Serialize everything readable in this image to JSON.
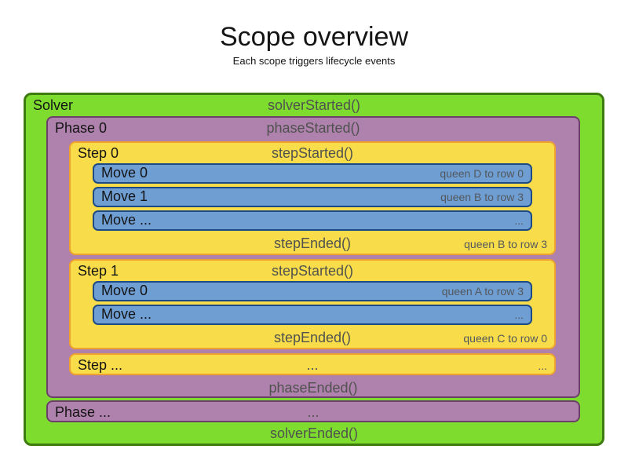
{
  "title": "Scope overview",
  "subtitle": "Each scope triggers lifecycle events",
  "colors": {
    "solver_fill": "#7edc2f",
    "solver_border": "#3e7a0e",
    "phase_fill": "#af81ad",
    "phase_border": "#6b4069",
    "step_fill": "#f8dc4a",
    "step_border": "#eda22e",
    "move_fill": "#6f9ed3",
    "move_border": "#1d4a85",
    "label_text": "#141414",
    "event_text": "#50524f",
    "annotation_text": "#53585c"
  },
  "solver": {
    "label": "Solver",
    "started_event": "solverStarted()",
    "ended_event": "solverEnded()",
    "phases": [
      {
        "label": "Phase 0",
        "started_event": "phaseStarted()",
        "ended_event": "phaseEnded()",
        "steps": [
          {
            "label": "Step 0",
            "started_event": "stepStarted()",
            "ended_event": "stepEnded()",
            "ended_annotation": "queen B to row 3",
            "moves": [
              {
                "label": "Move 0",
                "annotation": "queen D to row 0"
              },
              {
                "label": "Move 1",
                "annotation": "queen B to row 3"
              },
              {
                "label": "Move ...",
                "annotation": "..."
              }
            ]
          },
          {
            "label": "Step 1",
            "started_event": "stepStarted()",
            "ended_event": "stepEnded()",
            "ended_annotation": "queen C to row 0",
            "moves": [
              {
                "label": "Move 0",
                "annotation": "queen A to row 3"
              },
              {
                "label": "Move ...",
                "annotation": "..."
              }
            ]
          },
          {
            "label": "Step ...",
            "center_text": "...",
            "right_text": "..."
          }
        ]
      },
      {
        "label": "Phase ...",
        "center_text": "..."
      }
    ]
  }
}
